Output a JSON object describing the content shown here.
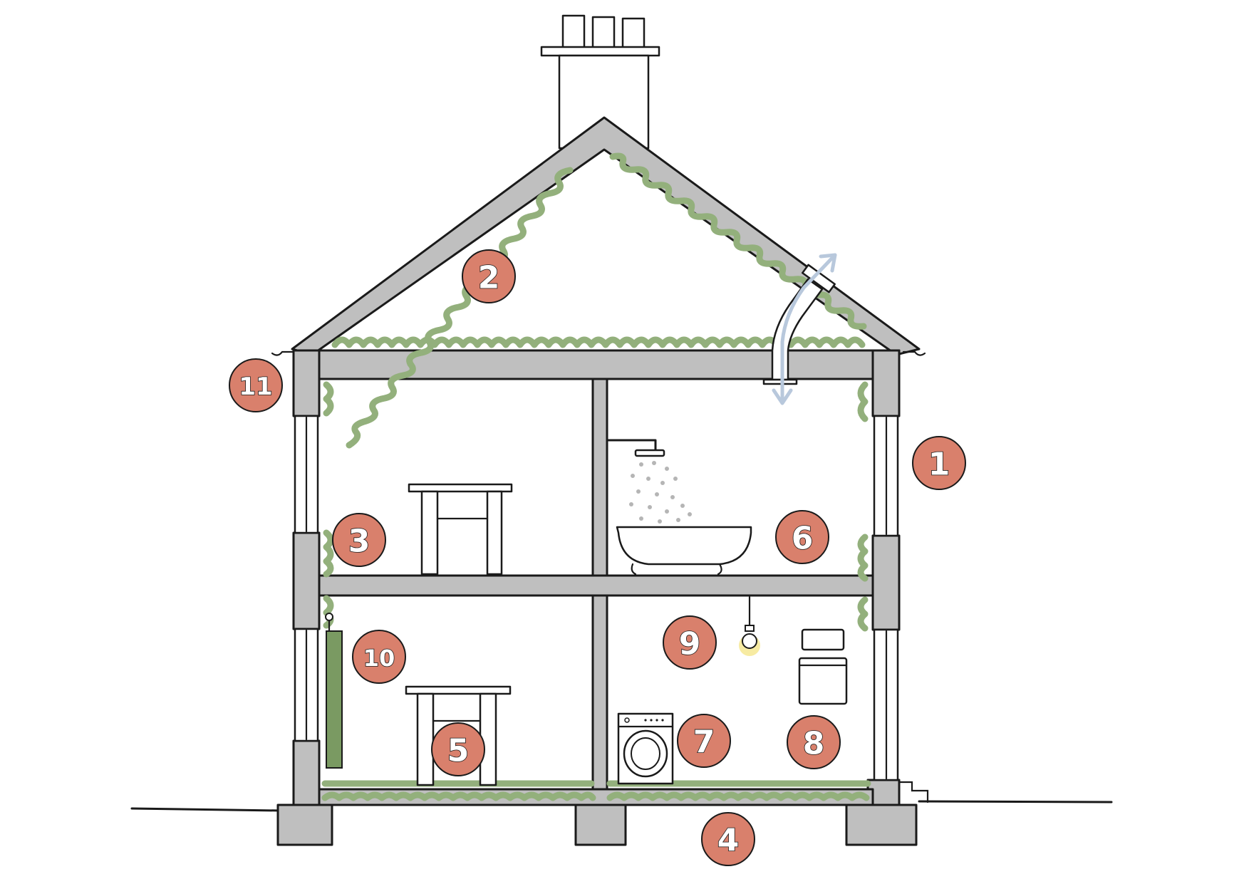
{
  "colors": {
    "wall": "#bfbfbf",
    "outline": "#1a1a1a",
    "insulation": "#93b07c",
    "badge": "#d9806c",
    "radiator": "#7a9a62",
    "ventilation": "#b8c8dc",
    "bulb": "#f3e27a",
    "shower": "#b5b5b5"
  },
  "badges": [
    {
      "label": "1"
    },
    {
      "label": "2"
    },
    {
      "label": "3"
    },
    {
      "label": "4"
    },
    {
      "label": "5"
    },
    {
      "label": "6"
    },
    {
      "label": "7"
    },
    {
      "label": "8"
    },
    {
      "label": "9"
    },
    {
      "label": "10"
    },
    {
      "label": "11"
    }
  ],
  "icons": [
    "chimney-icon",
    "shower-icon",
    "bathtub-icon",
    "washing-machine-icon",
    "light-bulb-icon",
    "radiator-icon",
    "table-icon",
    "ventilation-arrow-icon"
  ]
}
